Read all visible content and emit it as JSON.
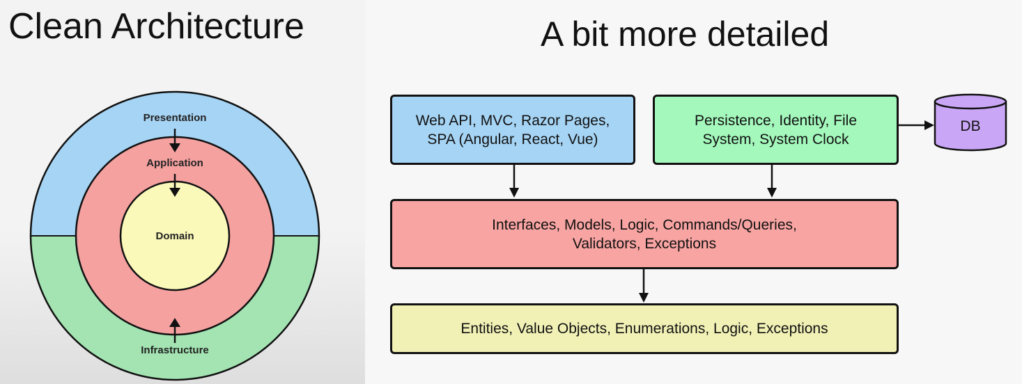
{
  "left": {
    "title": "Clean Architecture",
    "layers": {
      "presentation": "Presentation",
      "application": "Application",
      "domain": "Domain",
      "infrastructure": "Infrastructure"
    },
    "colors": {
      "presentation": "#a6d4f4",
      "infrastructure": "#a3e4b2",
      "application": "#f4a1a0",
      "domain": "#fbf9ba"
    }
  },
  "right": {
    "title": "A bit more detailed",
    "presentation_box": {
      "line1": "Web API, MVC, Razor Pages,",
      "line2": "SPA (Angular, React, Vue)",
      "color": "#a6d4f4"
    },
    "infrastructure_box": {
      "line1": "Persistence, Identity, File",
      "line2": "System, System Clock",
      "color": "#a4f8bc"
    },
    "db": {
      "label": "DB",
      "color": "#c9a7f6"
    },
    "application_box": {
      "line1": "Interfaces, Models, Logic, Commands/Queries,",
      "line2": "Validators, Exceptions",
      "color": "#f8a4a2"
    },
    "domain_box": {
      "line1": "Entities, Value Objects, Enumerations, Logic, Exceptions",
      "color": "#f1f1b6"
    }
  }
}
